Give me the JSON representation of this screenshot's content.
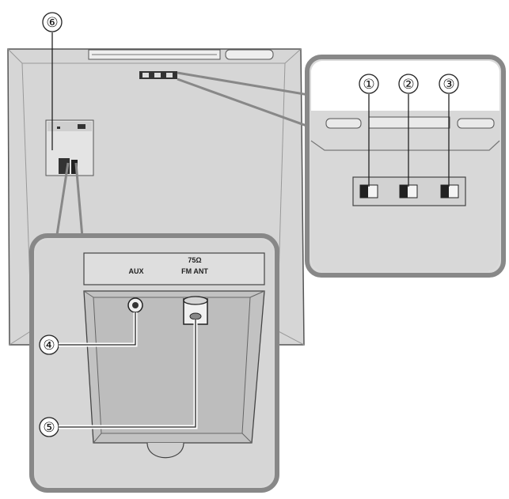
{
  "callouts": {
    "c1": "①",
    "c2": "②",
    "c3": "③",
    "c4": "④",
    "c5": "⑤",
    "c6": "⑥"
  },
  "panel": {
    "aux_label": "AUX",
    "ant_label_line1": "75Ω",
    "ant_label_line2": "FM ANT"
  },
  "colors": {
    "body": "#d6d6d6",
    "edge": "#5a5a5a",
    "outline": "#888888",
    "recess": "#bcbcbc"
  }
}
